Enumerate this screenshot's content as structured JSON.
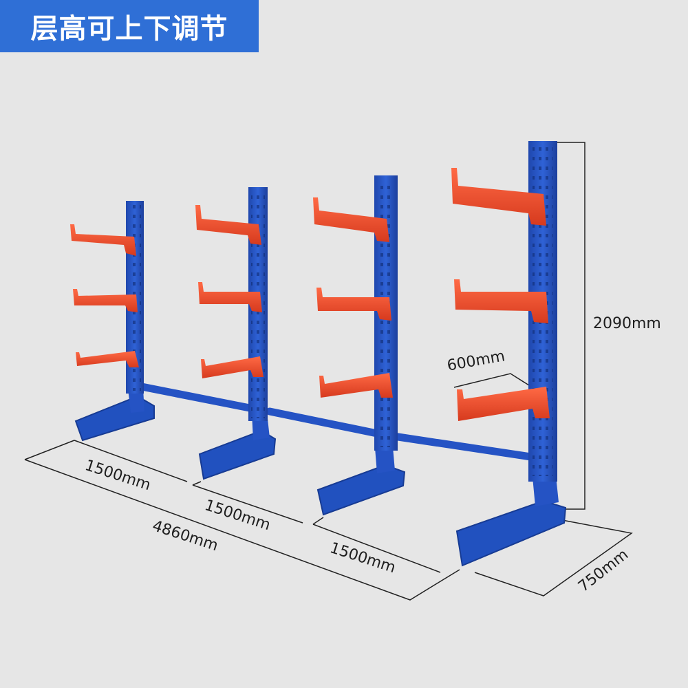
{
  "banner": {
    "title": "层高可上下调节"
  },
  "dimensions": {
    "height": "2090mm",
    "arm_length": "600mm",
    "span_1": "1500mm",
    "span_2": "1500mm",
    "span_3": "1500mm",
    "total_length": "4860mm",
    "depth": "750mm"
  },
  "colors": {
    "background": "#e6e6e6",
    "banner": "#2f6fd6",
    "column": "#2553c4",
    "arm": "#e8492a",
    "dimension_line": "#222222"
  }
}
